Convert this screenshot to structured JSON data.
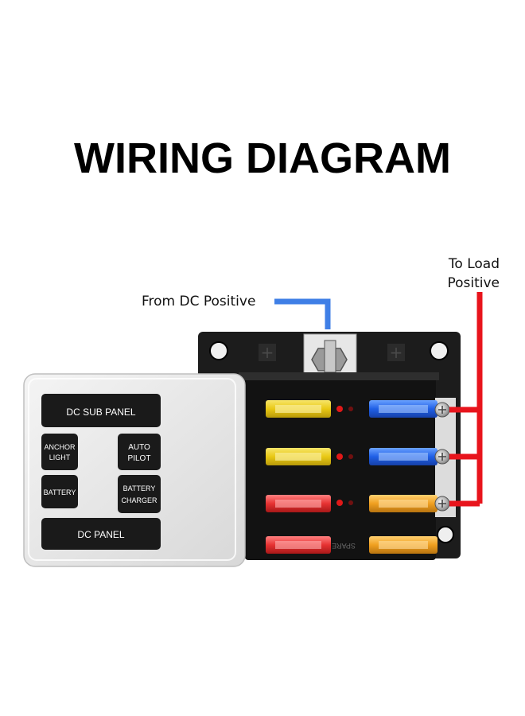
{
  "title": "WIRING DIAGRAM",
  "labels": {
    "from_dc": "From DC Positive",
    "to_load_line1": "To Load",
    "to_load_line2": "Positive"
  },
  "sub_panel": {
    "top_button": "DC SUB PANEL",
    "anchor_1": "ANCHOR",
    "anchor_2": "LIGHT",
    "auto_1": "AUTO",
    "auto_2": "PILOT",
    "battery": "BATTERY",
    "charger_1": "BATTERY",
    "charger_2": "CHARGER",
    "bottom_button": "DC PANEL"
  },
  "fuse_block": {
    "spare_label": "SPARE",
    "fuses": [
      {
        "row": 1,
        "side": "left",
        "color": "yellow"
      },
      {
        "row": 1,
        "side": "right",
        "color": "blue"
      },
      {
        "row": 2,
        "side": "left",
        "color": "yellow"
      },
      {
        "row": 2,
        "side": "right",
        "color": "blue"
      },
      {
        "row": 3,
        "side": "left",
        "color": "red"
      },
      {
        "row": 3,
        "side": "right",
        "color": "orange"
      },
      {
        "row": 4,
        "side": "left",
        "color": "red"
      },
      {
        "row": 4,
        "side": "right",
        "color": "orange"
      }
    ]
  },
  "colors": {
    "positive_in_wire": "#3f7fe6",
    "load_wire": "#e8141c",
    "fuse_yellow": "#f2d21a",
    "fuse_blue": "#1f63e8",
    "fuse_red": "#e63232",
    "fuse_orange": "#f0a020"
  }
}
